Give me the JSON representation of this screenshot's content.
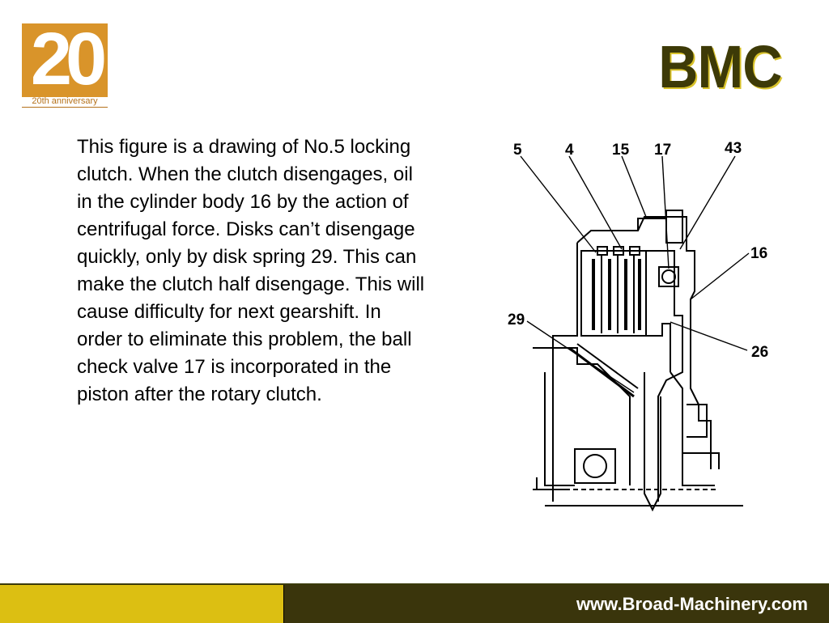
{
  "logo": {
    "number": "20",
    "caption": "20th anniversary"
  },
  "brand": {
    "name": "BMC"
  },
  "content": {
    "description": "This figure is a drawing of No.5 locking clutch. When the clutch disengages, oil in the cylinder body 16 by the action of centrifugal force. Disks can’t disengage quickly, only by disk spring 29. This can make the clutch half disengage. This will cause difficulty for next gearshift. In order to eliminate this problem, the ball check valve 17 is incorporated in the piston after the rotary clutch."
  },
  "figure": {
    "labels": {
      "l5": "5",
      "l4": "4",
      "l15": "15",
      "l17": "17",
      "l43": "43",
      "l16": "16",
      "l29": "29",
      "l26": "26"
    }
  },
  "footer": {
    "url": "www.Broad-Machinery.com"
  },
  "colors": {
    "logo_orange": "#d9942a",
    "brand_dark": "#3d3a07",
    "brand_shadow": "#d8c22a",
    "footer_yellow": "#dcbf12",
    "footer_dark": "#3a350c"
  }
}
